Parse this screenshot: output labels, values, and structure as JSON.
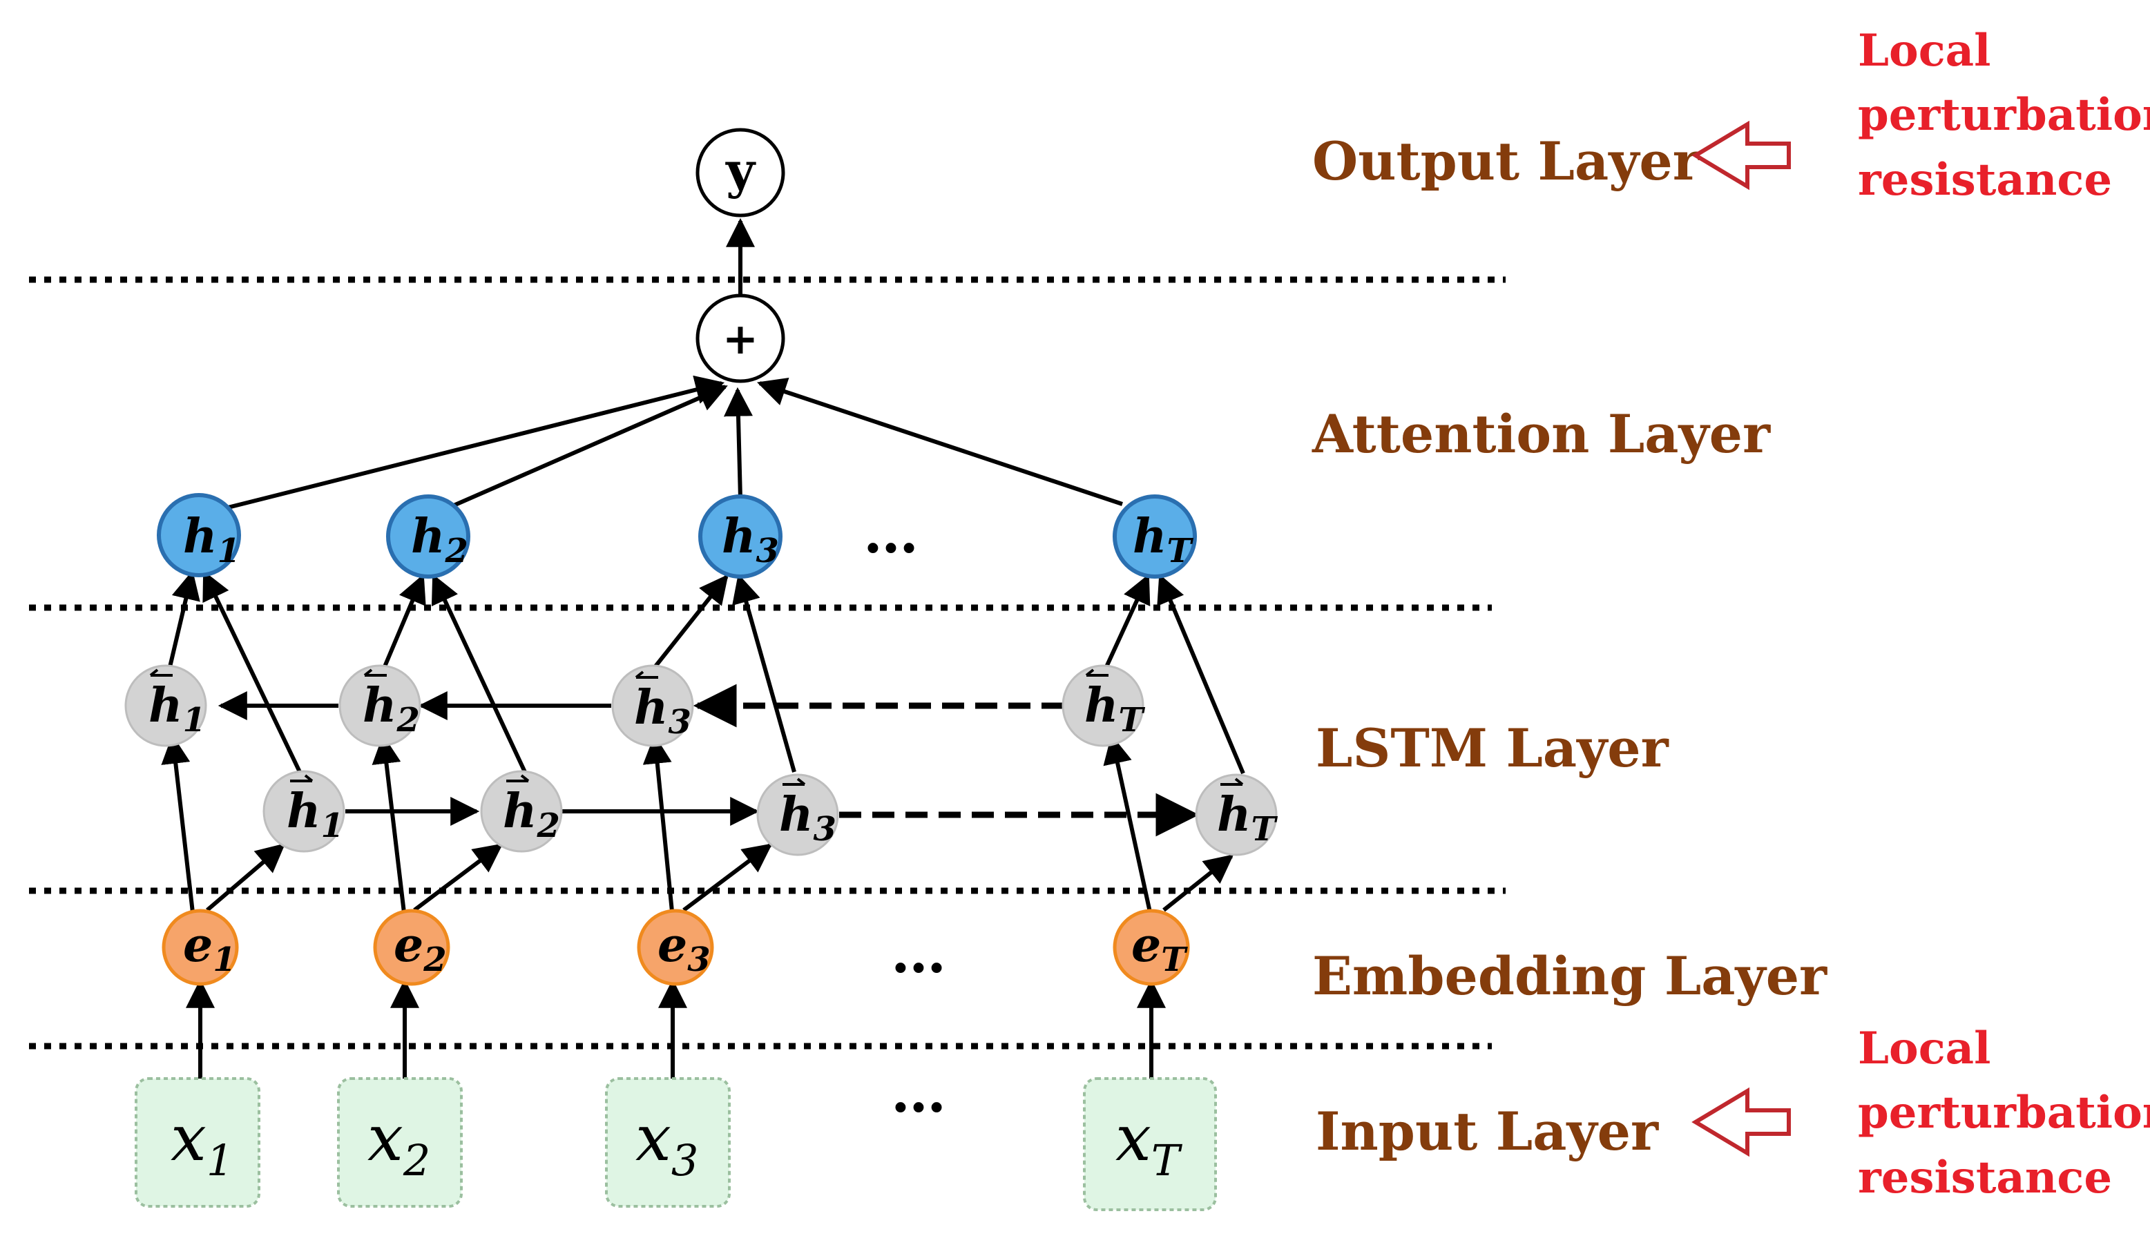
{
  "layers": {
    "output": "Output Layer",
    "attention": "Attention Layer",
    "lstm": "LSTM Layer",
    "embedding": "Embedding Layer",
    "input": "Input Layer"
  },
  "annotations": [
    {
      "line1": "Local",
      "line2": "perturbation",
      "line3": "resistance"
    },
    {
      "line1": "Local",
      "line2": "perturbation",
      "line3": "resistance"
    }
  ],
  "nodes": {
    "output": "y",
    "sum": "+",
    "hidden": {
      "symbol": "h",
      "subscripts": [
        "1",
        "2",
        "3",
        "T"
      ]
    },
    "backward": {
      "symbol": "h",
      "subscripts": [
        "1",
        "2",
        "3",
        "T"
      ]
    },
    "forward": {
      "symbol": "h",
      "subscripts": [
        "1",
        "2",
        "3",
        "T"
      ]
    },
    "embedding": {
      "symbol": "e",
      "subscripts": [
        "1",
        "2",
        "3",
        "T"
      ]
    },
    "input": {
      "symbol": "x",
      "subscripts": [
        "1",
        "2",
        "3",
        "T"
      ]
    }
  },
  "ellipsis": "…",
  "colors": {
    "layer_label": "#843c0c",
    "annotation": "#e8202a",
    "arrow_outline": "#c0272d",
    "hidden_fill": "#5aaee8",
    "hidden_stroke": "#2a6fb0",
    "lstm_fill": "#d3d3d3",
    "embed_fill": "#f6a46a",
    "embed_stroke": "#f08a1e",
    "input_fill": "#dff5e4",
    "input_stroke": "#9bbf9f"
  }
}
